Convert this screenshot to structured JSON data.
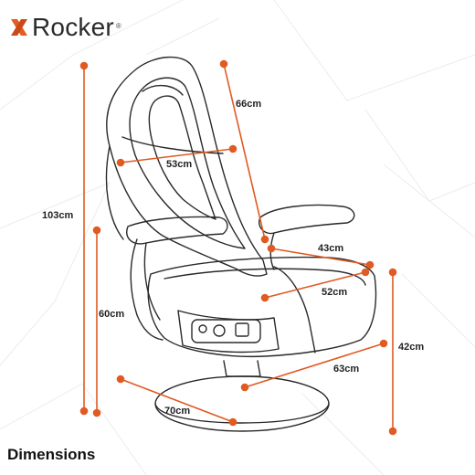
{
  "brand": {
    "name": "Rocker",
    "trademark": "®",
    "accent_color": "#e85a22",
    "logo_x_color": "#e85a22"
  },
  "measurements": {
    "height_total": "103cm",
    "height_seat": "60cm",
    "back_height": "66cm",
    "back_width": "53cm",
    "arm_depth": "43cm",
    "seat_width": "52cm",
    "base_to_seat": "42cm",
    "seat_depth": "63cm",
    "base_diameter": "70cm"
  },
  "footer": {
    "title": "Dimensions"
  },
  "colors": {
    "dimension_line": "#e05a22",
    "chair_outline": "#2a2a2a",
    "background": "#ffffff"
  }
}
